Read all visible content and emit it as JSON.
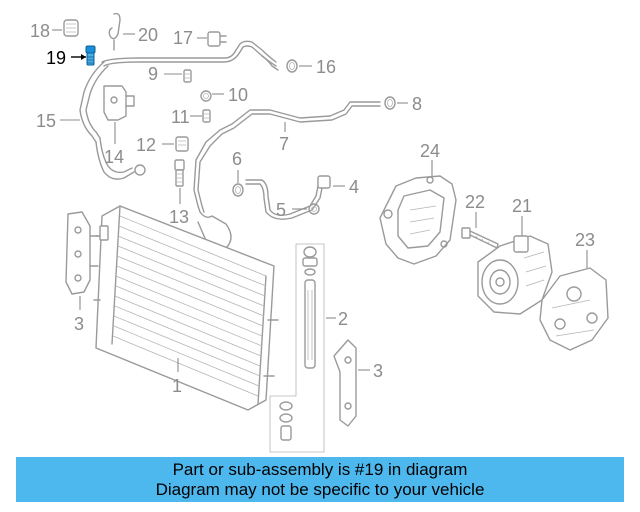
{
  "diagram": {
    "highlight_part": "19",
    "colors": {
      "highlight": "#1a8fd6",
      "outline": "#9a9a9a",
      "banner": "#4db8ee"
    },
    "labels": {
      "p1": "1",
      "p2": "2",
      "p3a": "3",
      "p3b": "3",
      "p4": "4",
      "p5": "5",
      "p6": "6",
      "p7": "7",
      "p8": "8",
      "p9": "9",
      "p10": "10",
      "p11": "11",
      "p12": "12",
      "p13": "13",
      "p14": "14",
      "p15": "15",
      "p16": "16",
      "p17": "17",
      "p18": "18",
      "p19": "19",
      "p20": "20",
      "p21": "21",
      "p22": "22",
      "p23": "23",
      "p24": "24"
    }
  },
  "banner": {
    "line1": "Part or sub-assembly is #19 in diagram",
    "line2": "Diagram may not be specific to your vehicle"
  }
}
